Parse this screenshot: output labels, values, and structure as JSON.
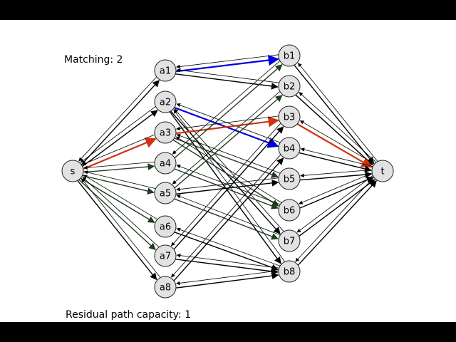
{
  "matching_label": "Matching: 2",
  "residual_label": "Residual path capacity: 1",
  "colors": {
    "forward": "#000000",
    "backward": "#1f3d1f",
    "matched": "#0000dd",
    "augmenting": "#cc3311",
    "node_fill": "#e2e2e2"
  },
  "nodes": [
    {
      "id": "s",
      "label": "s"
    },
    {
      "id": "a1",
      "label": "a1"
    },
    {
      "id": "a2",
      "label": "a2"
    },
    {
      "id": "a3",
      "label": "a3"
    },
    {
      "id": "a4",
      "label": "a4"
    },
    {
      "id": "a5",
      "label": "a5"
    },
    {
      "id": "a6",
      "label": "a6"
    },
    {
      "id": "a7",
      "label": "a7"
    },
    {
      "id": "a8",
      "label": "a8"
    },
    {
      "id": "b1",
      "label": "b1"
    },
    {
      "id": "b2",
      "label": "b2"
    },
    {
      "id": "b3",
      "label": "b3"
    },
    {
      "id": "b4",
      "label": "b4"
    },
    {
      "id": "b5",
      "label": "b5"
    },
    {
      "id": "b6",
      "label": "b6"
    },
    {
      "id": "b7",
      "label": "b7"
    },
    {
      "id": "b8",
      "label": "b8"
    },
    {
      "id": "t",
      "label": "t"
    }
  ],
  "edges": [
    {
      "from": "s",
      "to": "a1",
      "kind": "forward"
    },
    {
      "from": "s",
      "to": "a2",
      "kind": "forward"
    },
    {
      "from": "s",
      "to": "a3",
      "kind": "augmenting"
    },
    {
      "from": "s",
      "to": "a4",
      "kind": "backward"
    },
    {
      "from": "s",
      "to": "a5",
      "kind": "backward"
    },
    {
      "from": "s",
      "to": "a6",
      "kind": "backward"
    },
    {
      "from": "s",
      "to": "a7",
      "kind": "backward"
    },
    {
      "from": "s",
      "to": "a8",
      "kind": "forward"
    },
    {
      "from": "a1",
      "to": "b1",
      "kind": "matched"
    },
    {
      "from": "a1",
      "to": "b2",
      "kind": "forward"
    },
    {
      "from": "a2",
      "to": "b4",
      "kind": "matched"
    },
    {
      "from": "a2",
      "to": "b7",
      "kind": "forward"
    },
    {
      "from": "a2",
      "to": "b8",
      "kind": "forward"
    },
    {
      "from": "a3",
      "to": "b3",
      "kind": "augmenting"
    },
    {
      "from": "a3",
      "to": "b5",
      "kind": "backward"
    },
    {
      "from": "a3",
      "to": "b6",
      "kind": "backward"
    },
    {
      "from": "a4",
      "to": "b1",
      "kind": "backward"
    },
    {
      "from": "a4",
      "to": "b6",
      "kind": "backward"
    },
    {
      "from": "a5",
      "to": "b2",
      "kind": "backward"
    },
    {
      "from": "a5",
      "to": "b5",
      "kind": "forward"
    },
    {
      "from": "a5",
      "to": "b7",
      "kind": "backward"
    },
    {
      "from": "a6",
      "to": "b8",
      "kind": "forward"
    },
    {
      "from": "a7",
      "to": "b3",
      "kind": "forward"
    },
    {
      "from": "a7",
      "to": "b8",
      "kind": "forward"
    },
    {
      "from": "a8",
      "to": "b4",
      "kind": "forward"
    },
    {
      "from": "a8",
      "to": "b8",
      "kind": "forward"
    },
    {
      "from": "b1",
      "to": "t",
      "kind": "forward"
    },
    {
      "from": "b2",
      "to": "t",
      "kind": "forward"
    },
    {
      "from": "b3",
      "to": "t",
      "kind": "augmenting"
    },
    {
      "from": "b4",
      "to": "t",
      "kind": "forward"
    },
    {
      "from": "b5",
      "to": "t",
      "kind": "forward"
    },
    {
      "from": "b6",
      "to": "t",
      "kind": "forward"
    },
    {
      "from": "b7",
      "to": "t",
      "kind": "forward"
    },
    {
      "from": "b8",
      "to": "t",
      "kind": "forward"
    }
  ]
}
